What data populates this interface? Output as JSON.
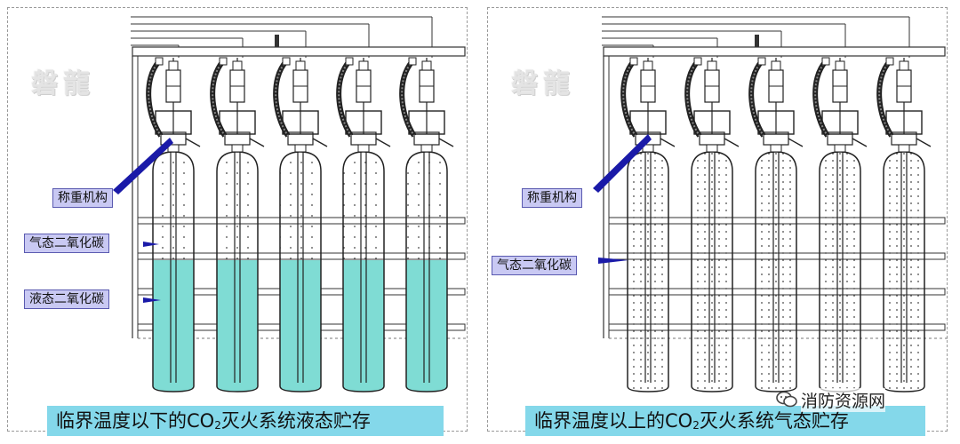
{
  "left_panel": {
    "watermark": "磐龍",
    "labels": {
      "weighing": "称重机构",
      "gas": "气态二氧化碳",
      "liquid": "液态二氧化碳"
    },
    "caption": {
      "before": "临界温度以下的CO",
      "sub": "2",
      "after": "灭火系统液态贮存"
    },
    "colors": {
      "liquid": "#7fdcd4",
      "caption_bg": "#84d8ea",
      "label_bg": "#c9c9f3",
      "arrow": "#1a1aa8"
    }
  },
  "right_panel": {
    "watermark": "磐龍",
    "labels": {
      "weighing": "称重机构",
      "gas": "气态二氧化碳"
    },
    "caption": {
      "before": "临界温度以上的CO",
      "sub": "2",
      "after": "灭火系统气态贮存"
    },
    "logo_text": "消防资源网"
  }
}
